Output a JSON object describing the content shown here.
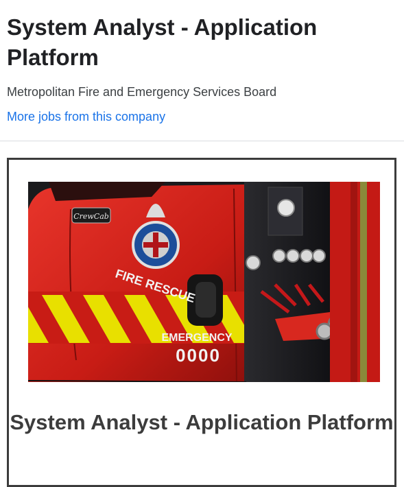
{
  "job": {
    "title": "System Analyst - Application Platform",
    "company": "Metropolitan Fire and Emergency Services Board",
    "more_jobs_link": "More jobs from this company"
  },
  "card": {
    "title": "System Analyst - Application Platform",
    "image": {
      "badge_text": "CrewCab",
      "emblem_text": "FIRE RESCUE",
      "door_text": "EMERGENCY",
      "door_number": "0000"
    }
  },
  "colors": {
    "link": "#1a73e8",
    "truck_red": "#d0201a",
    "stripe_yellow": "#e8e000",
    "card_border": "#3c3c3c"
  }
}
